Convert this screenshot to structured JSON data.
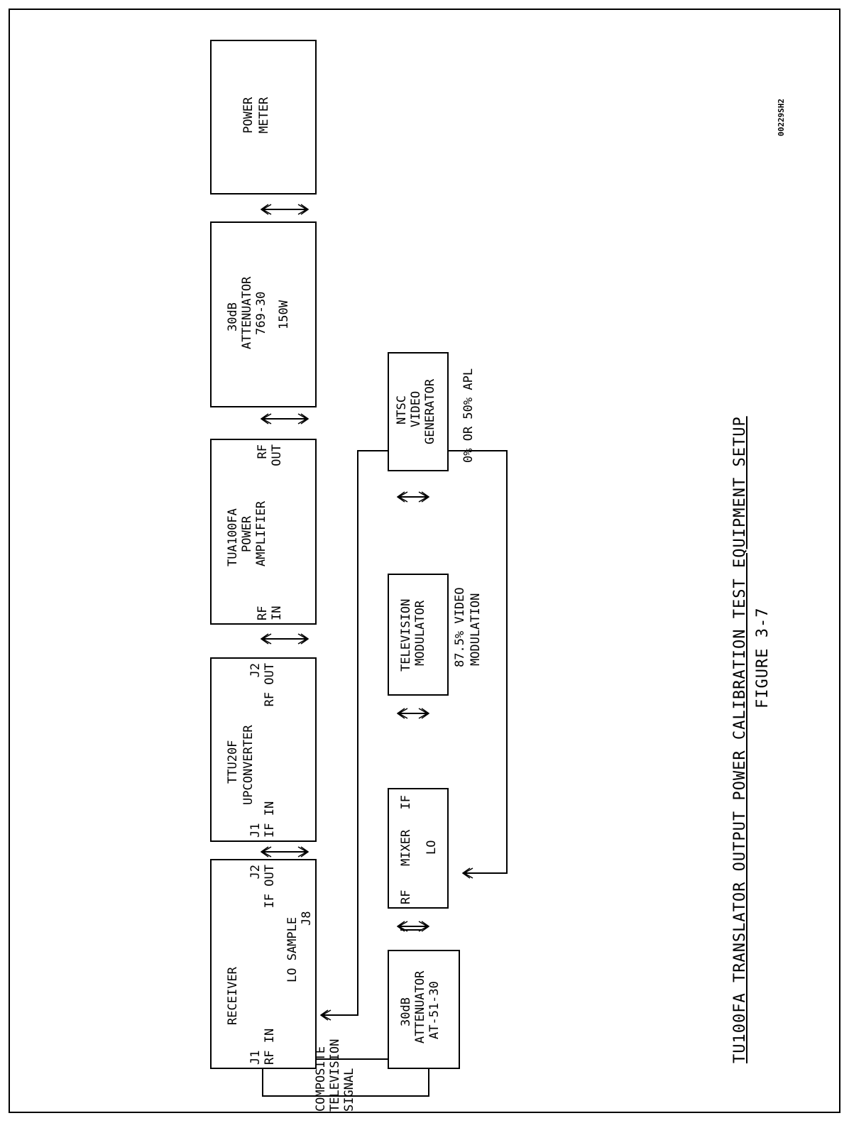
{
  "figure": {
    "title": "TU100FA TRANSLATOR OUTPUT POWER CALIBRATION TEST EQUIPMENT SETUP",
    "number": "FIGURE 3-7",
    "drawing_code": "00229SH2"
  },
  "blocks": {
    "receiver": {
      "name": "RECEIVER",
      "j1": "J1",
      "rf_in": "RF IN",
      "j2": "J2",
      "if_out": "IF OUT",
      "lo_sample": "LO SAMPLE",
      "j8": "J8"
    },
    "upconverter": {
      "model": "TTU20F",
      "name": "UPCONVERTER",
      "j1": "J1",
      "if_in": "IF IN",
      "j2": "J2",
      "rf_out": "RF OUT"
    },
    "power_amplifier": {
      "model": "TUA100FA",
      "name_line1": "POWER",
      "name_line2": "AMPLIFIER",
      "rf_in": "RF IN",
      "rf_out": "RF OUT"
    },
    "attenuator_main": {
      "value": "30dB",
      "name": "ATTENUATOR",
      "model": "769-30",
      "rating": "150W"
    },
    "power_meter": {
      "line1": "POWER",
      "line2": "METER"
    },
    "attenuator_small": {
      "value": "30dB",
      "name": "ATTENUATOR",
      "model": "AT-51-30"
    },
    "mixer": {
      "name": "MIXER",
      "rf": "RF",
      "if": "IF",
      "lo": "LO"
    },
    "tv_modulator": {
      "line1": "TELEVISION",
      "line2": "MODULATOR",
      "note_line1": "87.5% VIDEO",
      "note_line2": "MODULATION"
    },
    "video_generator": {
      "line1": "NTSC",
      "line2": "VIDEO",
      "line3": "GENERATOR",
      "note": "0% OR 50% APL"
    }
  },
  "labels": {
    "composite_line1": "COMPOSITE",
    "composite_line2": "TELEVISION",
    "composite_line3": "SIGNAL"
  }
}
